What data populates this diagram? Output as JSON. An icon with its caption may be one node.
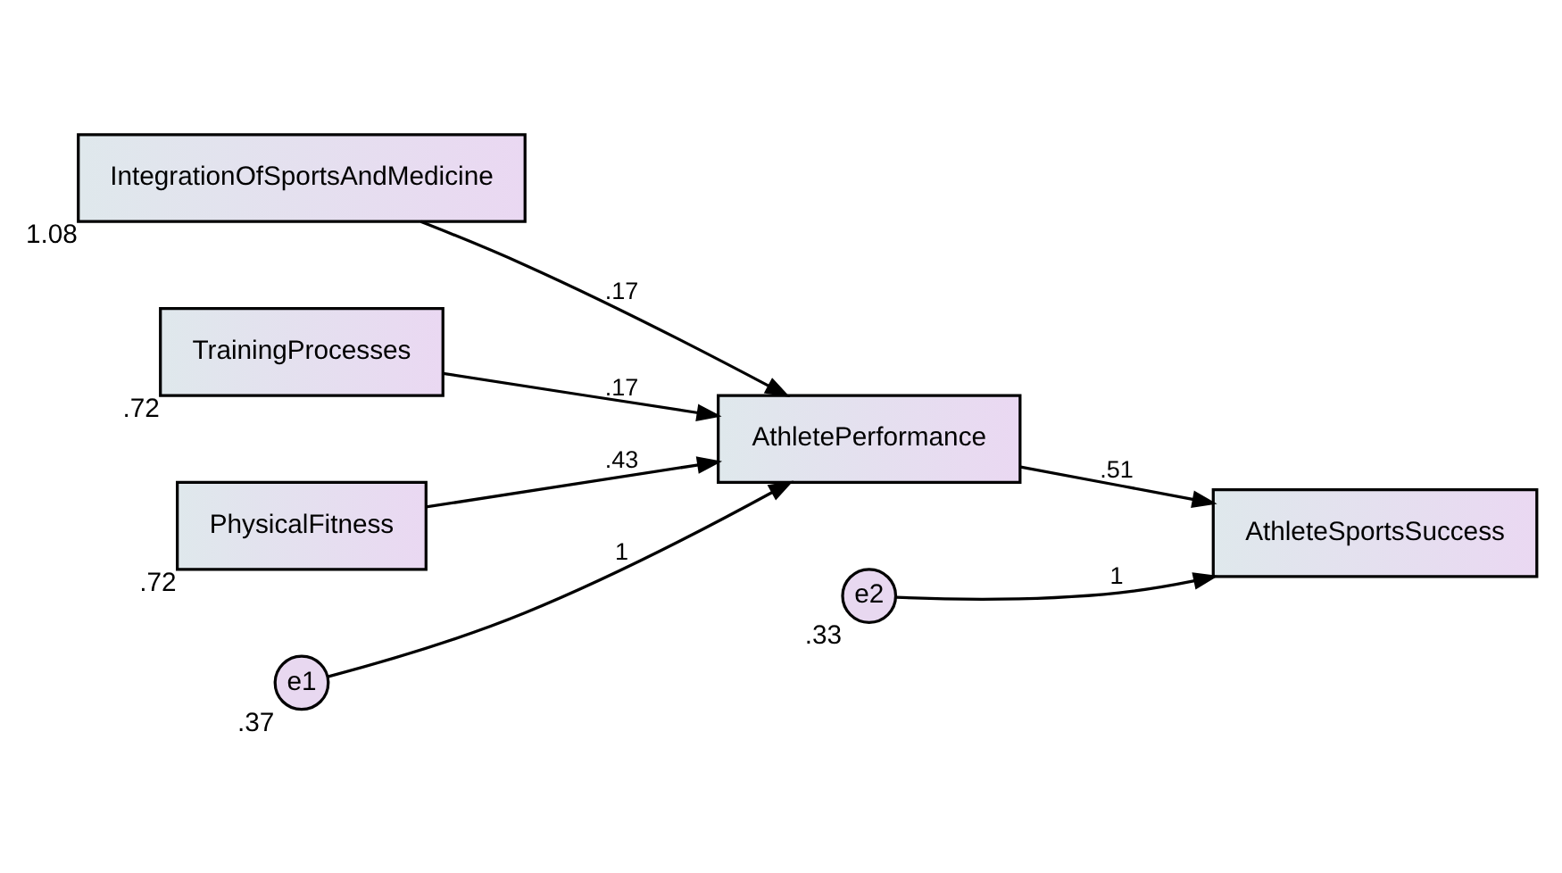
{
  "diagram": {
    "nodes": [
      {
        "text": [
          "IntegrationOfSportsAndMedicine"
        ],
        "beside": [
          "1.08"
        ]
      },
      {
        "text": [
          "TrainingProcesses"
        ],
        "beside": [
          ".72"
        ]
      },
      {
        "text": [
          "PhysicalFitness"
        ],
        "beside": [
          ".72"
        ]
      },
      {
        "text": [
          "AthletePerformance"
        ]
      },
      {
        "text": [
          "AthleteSportsSuccess"
        ]
      },
      {
        "text": [
          "e1"
        ],
        "beside": [
          ".37"
        ]
      },
      {
        "text": [
          "e2"
        ],
        "beside": [
          ".33"
        ]
      }
    ],
    "edges": [
      {
        "from": 0,
        "to": 3,
        "arrow": "to",
        "label": ".17"
      },
      {
        "from": 1,
        "to": 3,
        "arrow": "to",
        "label": ".17"
      },
      {
        "from": 2,
        "to": 3,
        "arrow": "to",
        "label": ".43"
      },
      {
        "from": 3,
        "to": 4,
        "arrow": "to",
        "label": ".51"
      },
      {
        "from": 5,
        "to": 3,
        "arrow": "to",
        "label": "1"
      },
      {
        "from": 6,
        "to": 4,
        "arrow": "to",
        "label": "1"
      }
    ]
  }
}
